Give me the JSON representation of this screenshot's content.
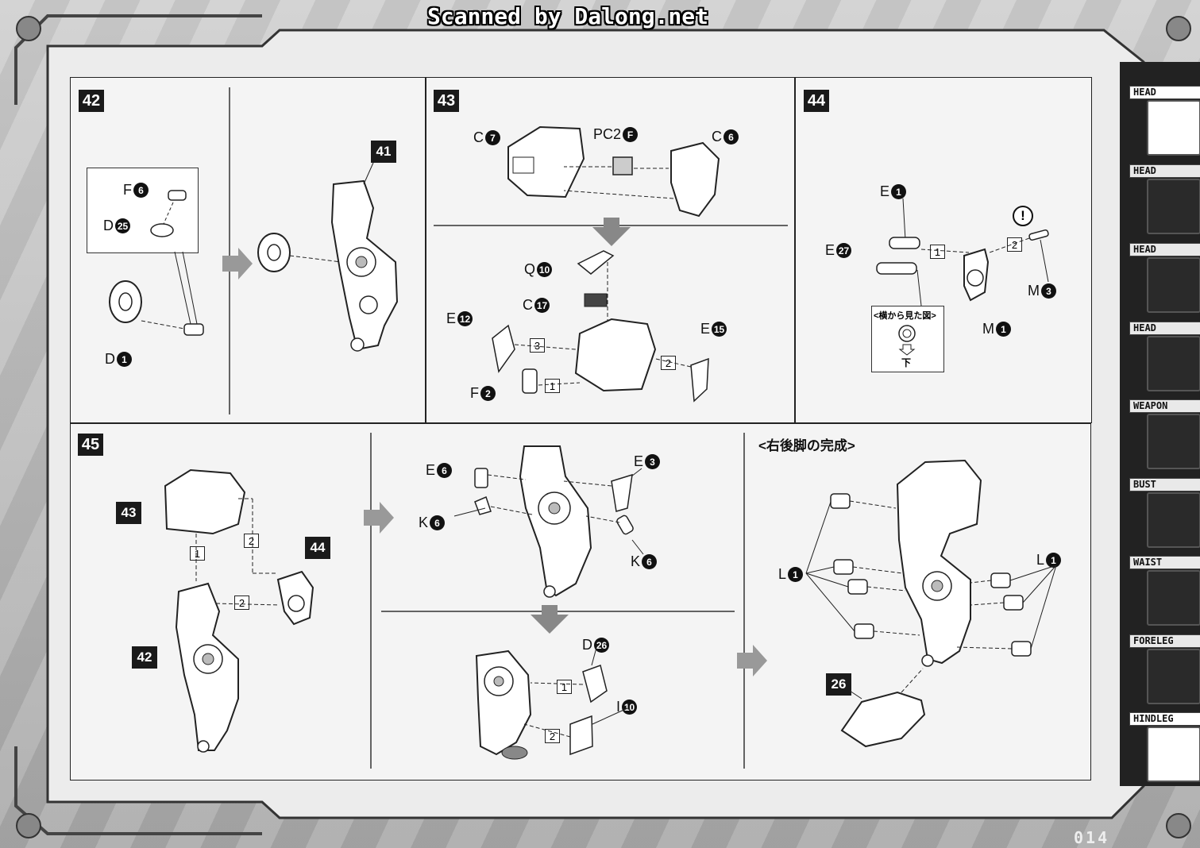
{
  "header": {
    "scan_credit": "Scanned by Dalong.net"
  },
  "footer": {
    "page_number": "014"
  },
  "steps": {
    "s42": {
      "number": "42",
      "ref": "41",
      "parts": {
        "f6": {
          "letter": "F",
          "num": "6"
        },
        "d25": {
          "letter": "D",
          "num": "25"
        },
        "d1": {
          "letter": "D",
          "num": "1"
        }
      }
    },
    "s43": {
      "number": "43",
      "parts": {
        "c7": {
          "letter": "C",
          "num": "7"
        },
        "pc2f": {
          "letter": "PC2",
          "num": "F"
        },
        "c6": {
          "letter": "C",
          "num": "6"
        },
        "q10": {
          "letter": "Q",
          "num": "10"
        },
        "c17": {
          "letter": "C",
          "num": "17"
        },
        "e12": {
          "letter": "E",
          "num": "12"
        },
        "e15": {
          "letter": "E",
          "num": "15"
        },
        "f2": {
          "letter": "F",
          "num": "2"
        }
      },
      "seq": [
        "3",
        "1",
        "2"
      ]
    },
    "s44": {
      "number": "44",
      "parts": {
        "e1": {
          "letter": "E",
          "num": "1"
        },
        "e27": {
          "letter": "E",
          "num": "27"
        },
        "m3": {
          "letter": "M",
          "num": "3"
        },
        "m1": {
          "letter": "M",
          "num": "1"
        }
      },
      "seq": [
        "1",
        "2"
      ],
      "caution": "!",
      "side_view": {
        "title": "<横から見た図>",
        "down": "下"
      }
    },
    "s45": {
      "number": "45",
      "ref_a": "43",
      "ref_b": "44",
      "ref_c": "42",
      "ref_d": "26",
      "seq": [
        "1",
        "2",
        "2"
      ],
      "parts": {
        "e6": {
          "letter": "E",
          "num": "6"
        },
        "e3": {
          "letter": "E",
          "num": "3"
        },
        "k6a": {
          "letter": "K",
          "num": "6"
        },
        "k6b": {
          "letter": "K",
          "num": "6"
        },
        "d26": {
          "letter": "D",
          "num": "26"
        },
        "i10": {
          "letter": "I",
          "num": "10"
        },
        "l1a": {
          "letter": "L",
          "num": "1"
        },
        "l1b": {
          "letter": "L",
          "num": "1"
        }
      },
      "seq2": [
        "1",
        "2"
      ],
      "complete_title": "<右後脚の完成>"
    }
  },
  "sidebar": {
    "tabs": [
      {
        "label": "HEAD",
        "active": true
      },
      {
        "label": "HEAD",
        "active": false
      },
      {
        "label": "HEAD",
        "active": false
      },
      {
        "label": "HEAD",
        "active": false
      },
      {
        "label": "WEAPON",
        "active": false
      },
      {
        "label": "BUST",
        "active": false
      },
      {
        "label": "WAIST",
        "active": false
      },
      {
        "label": "FORELEG",
        "active": false
      },
      {
        "label": "HINDLEG",
        "active": true
      }
    ]
  }
}
